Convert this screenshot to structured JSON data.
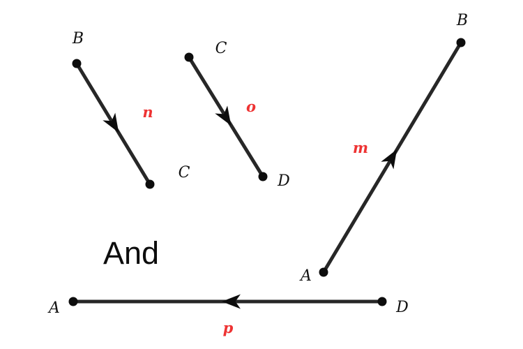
{
  "connector_word": "And",
  "colors": {
    "line": "#272727",
    "marker": "#0d0d0d",
    "point_label": "#111111",
    "segment_label_red": "#ee3333",
    "background": "#ffffff"
  },
  "segments": [
    {
      "label": "n",
      "from_point": "B",
      "to_point": "C"
    },
    {
      "label": "o",
      "from_point": "C",
      "to_point": "D"
    },
    {
      "label": "m",
      "from_point": "A",
      "to_point": "B"
    },
    {
      "label": "p",
      "from_point": "D",
      "to_point": "A"
    }
  ]
}
